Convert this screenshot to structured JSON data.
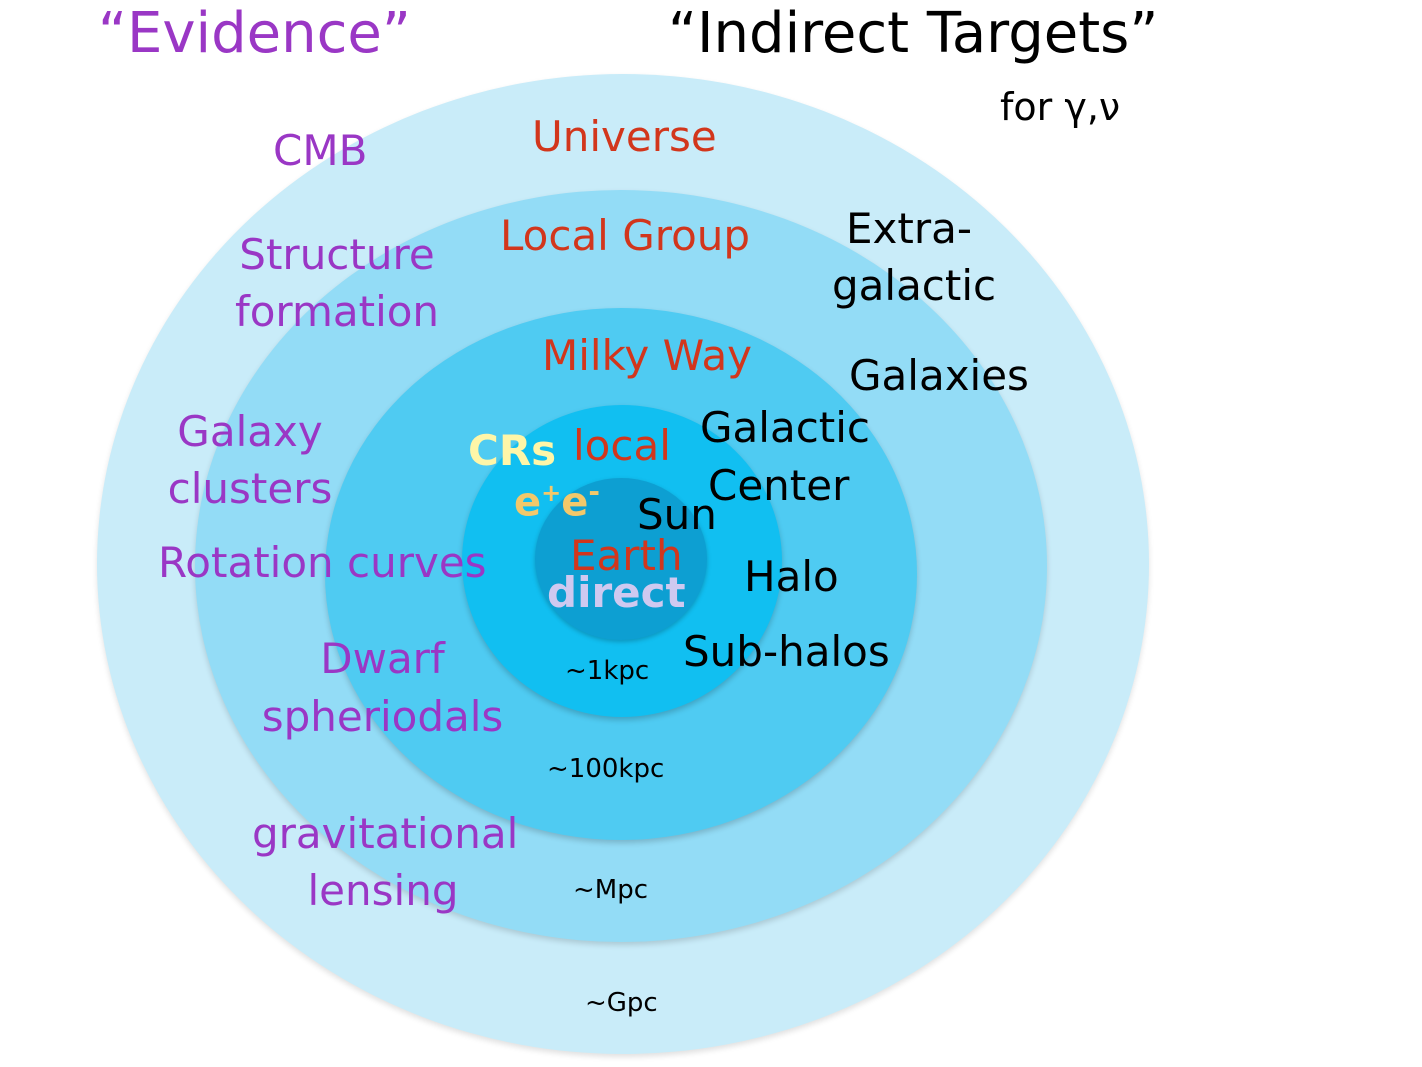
{
  "header": {
    "evidence": "“Evidence”",
    "indirect_targets": "“Indirect Targets”",
    "for_gamma_nu": "for γ,ν"
  },
  "evidence_labels": {
    "cmb": "CMB",
    "structure_line1": "Structure",
    "structure_line2": "formation",
    "galaxy_line1": "Galaxy",
    "galaxy_line2": "clusters",
    "rotation": "Rotation curves",
    "dwarf_line1": "Dwarf",
    "dwarf_line2": "spheriodals",
    "lensing_line1": "gravitational",
    "lensing_line2": "lensing"
  },
  "scales": {
    "universe": "Universe",
    "local_group": "Local Group",
    "milky_way": "Milky Way",
    "local": "local",
    "earth": "Earth",
    "direct": "direct",
    "crs": "CRs",
    "ee_e": "e",
    "ee_plus": "+",
    "ee_e2": "e",
    "ee_minus": "-"
  },
  "targets": {
    "extragalactic_line1": "Extra-",
    "extragalactic_line2": "galactic",
    "galaxies": "Galaxies",
    "galactic_line1": "Galactic",
    "galactic_line2": "Center",
    "sun": "Sun",
    "halo": "Halo",
    "subhalos": "Sub-halos"
  },
  "distances": {
    "kpc1": "~1kpc",
    "kpc100": "~100kpc",
    "mpc": "~Mpc",
    "gpc": "~Gpc"
  },
  "colors": {
    "evidence": "#9a37c5",
    "scale_names": "#d2361c",
    "targets": "#000000",
    "crs": "#fff6a8",
    "ee": "#f3c86a",
    "direct": "#cfc9f0",
    "ring_gpc": "#c9ecf9",
    "ring_mpc": "#93dcf6",
    "ring_100kpc": "#4fcbf2",
    "ring_1kpc": "#11bff1",
    "ring_earth": "#0d9fd2"
  }
}
